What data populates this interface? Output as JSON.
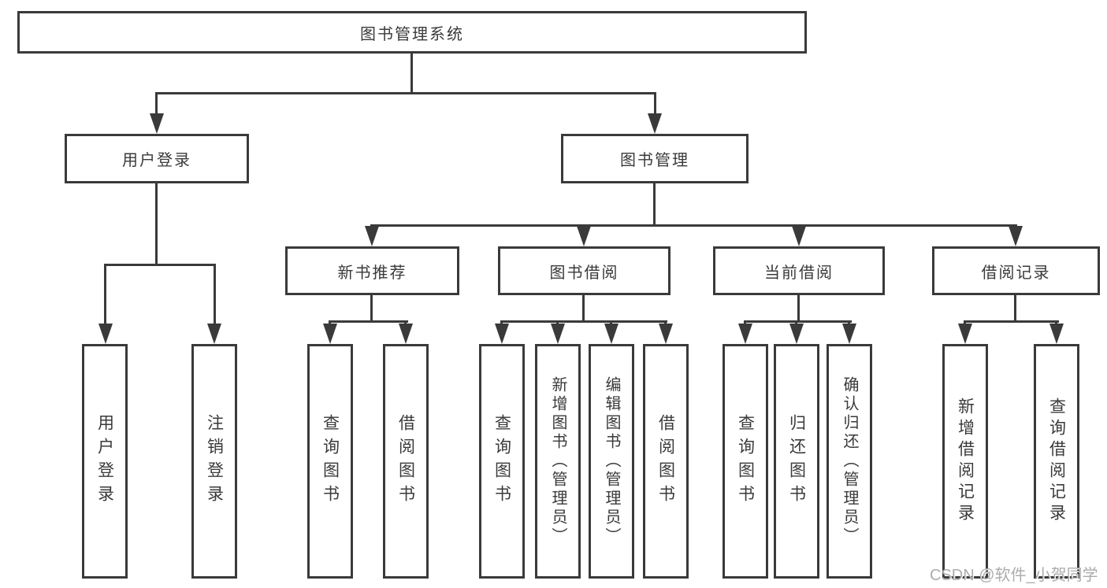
{
  "diagram": {
    "type": "tree",
    "title": "图书管理系统",
    "watermark": "CSDN @软件_小贺同学",
    "colors": {
      "line": "#3a3a3a",
      "box_background": "#ffffff",
      "text": "#3a3a3a",
      "watermark": "#a8a8a8"
    }
  },
  "nodes": {
    "root": {
      "label": "图书管理系统"
    },
    "user_login": {
      "label": "用户登录"
    },
    "book_mgmt": {
      "label": "图书管理"
    },
    "new_book": {
      "label": "新书推荐"
    },
    "book_borrow": {
      "label": "图书借阅"
    },
    "current_borrow": {
      "label": "当前借阅"
    },
    "borrow_records": {
      "label": "借阅记录"
    },
    "ul_login": {
      "label": "用户登录"
    },
    "ul_logout": {
      "label": "注销登录"
    },
    "nb_query": {
      "label": "查询图书"
    },
    "nb_borrow": {
      "label": "借阅图书"
    },
    "bb_query": {
      "label": "查询图书"
    },
    "bb_add": {
      "label": "新增图书（管理员）"
    },
    "bb_edit": {
      "label": "编辑图书（管理员）"
    },
    "bb_borrow": {
      "label": "借阅图书"
    },
    "cb_query": {
      "label": "查询图书"
    },
    "cb_return": {
      "label": "归还图书"
    },
    "cb_confirm": {
      "label": "确认归还（管理员）"
    },
    "br_add": {
      "label": "新增借阅记录"
    },
    "br_query": {
      "label": "查询借阅记录"
    }
  },
  "hierarchy": {
    "root": "root",
    "edges": [
      [
        "root",
        "user_login"
      ],
      [
        "root",
        "book_mgmt"
      ],
      [
        "user_login",
        "ul_login"
      ],
      [
        "user_login",
        "ul_logout"
      ],
      [
        "book_mgmt",
        "new_book"
      ],
      [
        "book_mgmt",
        "book_borrow"
      ],
      [
        "book_mgmt",
        "current_borrow"
      ],
      [
        "book_mgmt",
        "borrow_records"
      ],
      [
        "new_book",
        "nb_query"
      ],
      [
        "new_book",
        "nb_borrow"
      ],
      [
        "book_borrow",
        "bb_query"
      ],
      [
        "book_borrow",
        "bb_add"
      ],
      [
        "book_borrow",
        "bb_edit"
      ],
      [
        "book_borrow",
        "bb_borrow"
      ],
      [
        "current_borrow",
        "cb_query"
      ],
      [
        "current_borrow",
        "cb_return"
      ],
      [
        "current_borrow",
        "cb_confirm"
      ],
      [
        "borrow_records",
        "br_add"
      ],
      [
        "borrow_records",
        "br_query"
      ]
    ]
  }
}
